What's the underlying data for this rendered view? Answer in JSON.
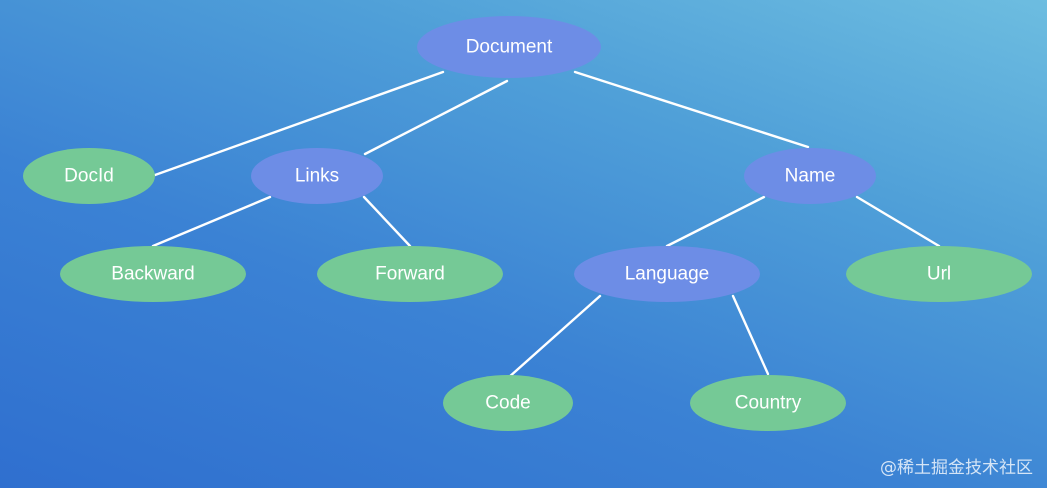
{
  "colors": {
    "branch_node": "#6d8de6",
    "leaf_node": "#75c996",
    "edge": "#ffffff",
    "label": "#ffffff"
  },
  "nodes": {
    "document": "Document",
    "docid": "DocId",
    "links": "Links",
    "name": "Name",
    "backward": "Backward",
    "forward": "Forward",
    "language": "Language",
    "url": "Url",
    "code": "Code",
    "country": "Country"
  },
  "edges": [
    [
      "document",
      "docid"
    ],
    [
      "document",
      "links"
    ],
    [
      "document",
      "name"
    ],
    [
      "links",
      "backward"
    ],
    [
      "links",
      "forward"
    ],
    [
      "name",
      "language"
    ],
    [
      "name",
      "url"
    ],
    [
      "language",
      "code"
    ],
    [
      "language",
      "country"
    ]
  ],
  "watermark": "@稀土掘金技术社区"
}
